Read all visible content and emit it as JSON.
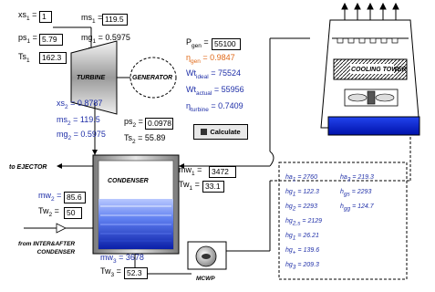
{
  "inlet": {
    "xs1_label": "xs",
    "xs1_sub": "1",
    "xs1_eq": " = ",
    "xs1_value": "1",
    "ps1_label": "ps",
    "ps1_sub": "1",
    "ps1_eq": " = ",
    "ps1_value": "5.79",
    "ts1_label": "Ts",
    "ts1_sub": "1",
    "ts1_value": "162.3",
    "ms1_label": "ms",
    "ms1_sub": "1",
    "ms1_eq": " = ",
    "ms1_value": "119.5",
    "mg1_label": "mg",
    "mg1_sub": "1",
    "mg1_value": " = 0.5975"
  },
  "turbine_label": "TURBINE",
  "generator_label": "GENERATOR",
  "outlet": {
    "xs2_label": "xs",
    "xs2_sub": "2",
    "xs2_value": " = 0.8787",
    "ms2_label": "ms",
    "ms2_sub": "2",
    "ms2_value": " = 119.5",
    "mg2_label": "mg",
    "mg2_sub": "2",
    "mg2_value": " = 0.5975",
    "ps2_label": "ps",
    "ps2_sub": "2",
    "ps2_eq": " = ",
    "ps2_value": "0.0978",
    "ts2_label": "Ts",
    "ts2_sub": "2",
    "ts2_value": " = 55.89"
  },
  "power": {
    "pgen_label": "P",
    "pgen_sub": "gen",
    "pgen_eq": " = ",
    "pgen_value": "55100",
    "ngen_label": "η",
    "ngen_sub": "gen",
    "ngen_value": " = 0.9847",
    "wtideal_label": "Wt",
    "wtideal_sub": "ideal",
    "wtideal_value": " = 75524",
    "wtactual_label": "Wt",
    "wtactual_sub": "actual",
    "wtactual_value": " = 55956",
    "nturbine_label": "η",
    "nturbine_sub": "turbine",
    "nturbine_value": " = 0.7409"
  },
  "calculate_label": "Calculate",
  "cooling_tower_label": "COOLING TOWER",
  "ejector_label": "to EJECTOR",
  "condenser_label": "CONDENSER",
  "cooling_water": {
    "mw1_label": "mw",
    "mw1_sub": "1",
    "mw1_eq": " = ",
    "mw1_value": "3472",
    "tw1_label": "Tw",
    "tw1_sub": "1",
    "tw1_eq": " = ",
    "tw1_value": "33.1",
    "mw2_label": "mw",
    "mw2_sub": "2",
    "mw2_eq": " = ",
    "mw2_value": "85.6",
    "tw2_label": "Tw",
    "tw2_sub": "2",
    "tw2_eq": " = ",
    "tw2_value": "50",
    "mw3_label": "mw",
    "mw3_sub": "3",
    "mw3_value": " = 3678",
    "tw3_label": "Tw",
    "tw3_sub": "3",
    "tw3_eq": " = ",
    "tw3_value": "52.3"
  },
  "interafter_label_1": "from INTER&AFTER",
  "interafter_label_2": "CONDENSER",
  "mcwp_label": "MCWP",
  "results_left": [
    {
      "label": "ha",
      "sub": "1",
      "value": " = 2760"
    },
    {
      "label": "hg",
      "sub": "1",
      "value": " = 122.3"
    },
    {
      "label": "hg",
      "sub": "2",
      "value": " = 2293"
    },
    {
      "label": "hg",
      "sub": "2,s",
      "value": " = 2129"
    },
    {
      "label": "hg",
      "sub": "1",
      "value": " = 26.21"
    },
    {
      "label": "hg",
      "sub": "+",
      "value": " = 139.6"
    },
    {
      "label": "hg",
      "sub": "3",
      "value": " = 209.3"
    }
  ],
  "results_right": [
    {
      "label": "ha",
      "sub": "3",
      "value": " = 219.3"
    },
    {
      "label": "h",
      "sub": "gs",
      "value": " = 2293"
    },
    {
      "label": "h",
      "sub": "gg",
      "value": " = 124.7"
    }
  ],
  "colors": {
    "accent_blue": "#1f2fa8",
    "orange": "#e06a1a",
    "water_blue": "#1133cc"
  }
}
